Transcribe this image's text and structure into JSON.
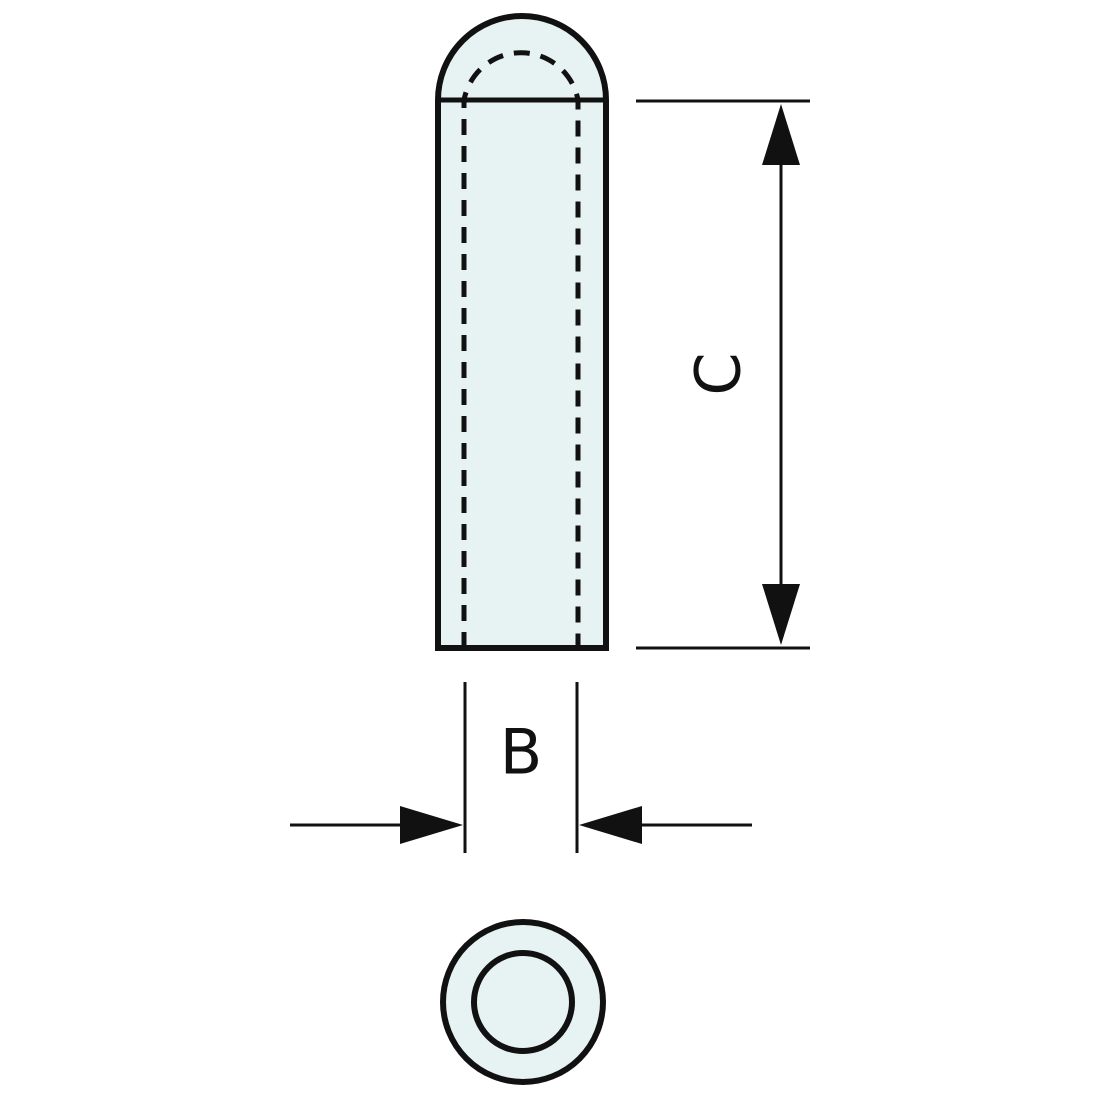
{
  "diagram": {
    "type": "technical drawing - cylindrical cap with dome end",
    "colors": {
      "fill": "#e6f3f2",
      "stroke": "#111111",
      "background": "#ffffff"
    },
    "dimensions": {
      "length_label": "C",
      "diameter_label": "B"
    },
    "views": [
      "side-view",
      "end-view"
    ]
  }
}
